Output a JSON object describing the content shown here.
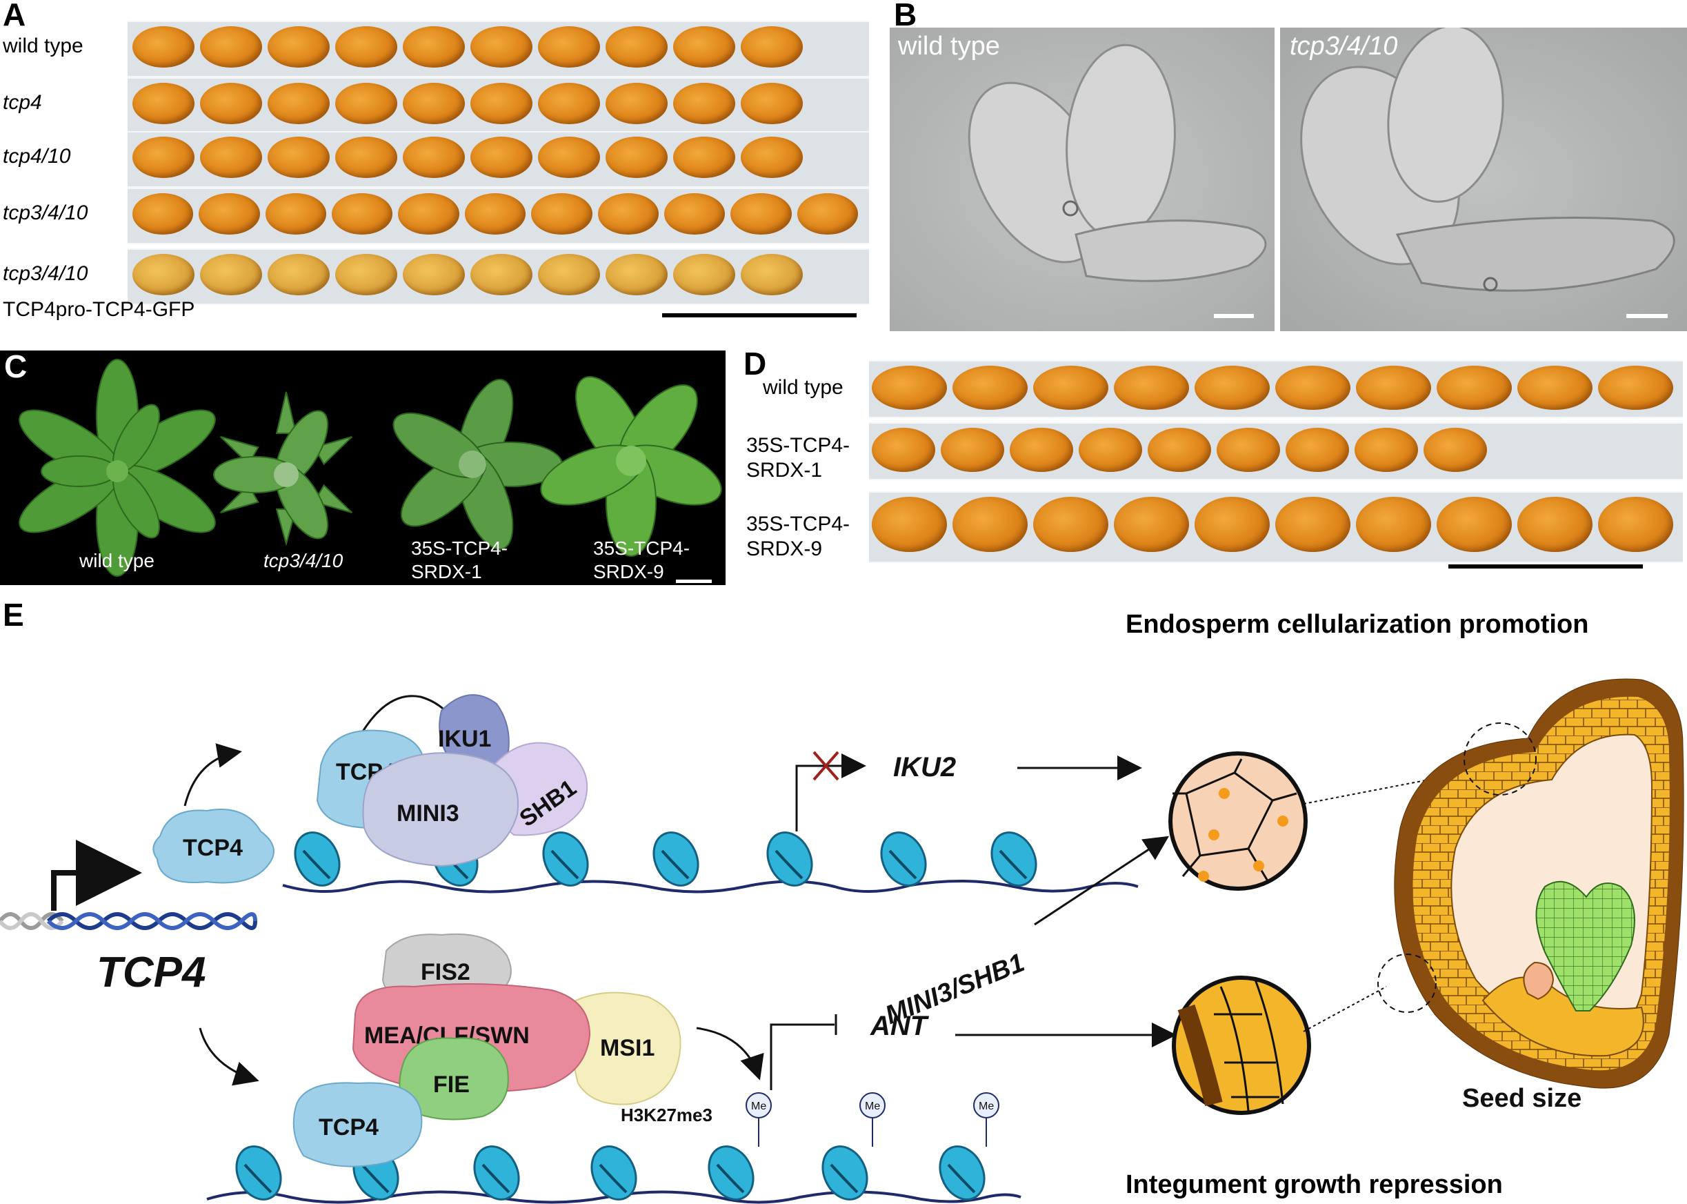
{
  "panels": {
    "A": {
      "letter": "A",
      "rows": [
        {
          "label": "wild type",
          "italic": false,
          "seed_count": 10
        },
        {
          "label": "tcp4",
          "italic": true,
          "seed_count": 10
        },
        {
          "label": "tcp4/10",
          "italic": true,
          "seed_count": 10
        },
        {
          "label": "tcp3/4/10",
          "italic": true,
          "seed_count": 11
        },
        {
          "label": "tcp3/4/10",
          "italic": true,
          "seed_count": 10
        }
      ],
      "extra_label": "TCP4pro-TCP4-GFP"
    },
    "B": {
      "letter": "B",
      "left_title": "wild type",
      "right_title": "tcp3/4/10"
    },
    "C": {
      "letter": "C",
      "plants": [
        {
          "label_line1": "wild type",
          "label_line2": "",
          "italic": false
        },
        {
          "label_line1": "tcp3/4/10",
          "label_line2": "",
          "italic": true
        },
        {
          "label_line1": "35S-TCP4-",
          "label_line2": "SRDX-1",
          "italic": false
        },
        {
          "label_line1": "35S-TCP4-",
          "label_line2": "SRDX-9",
          "italic": false
        }
      ]
    },
    "D": {
      "letter": "D",
      "rows": [
        {
          "label_line1": "wild type",
          "label_line2": "",
          "seed_count": 10
        },
        {
          "label_line1": "35S-TCP4-",
          "label_line2": "SRDX-1",
          "seed_count": 9
        },
        {
          "label_line1": "35S-TCP4-",
          "label_line2": "SRDX-9",
          "seed_count": 10
        }
      ]
    },
    "E": {
      "letter": "E",
      "gene": "TCP4",
      "top_complex": {
        "tcp4": "TCP4",
        "iku1": "IKU1",
        "mini3": "MINI3",
        "shb1": "SHB1",
        "free_tcp4": "TCP4"
      },
      "target_top": "IKU2",
      "bottom_complex": {
        "fis2": "FIS2",
        "prc2": "MEA/CLF/SWN",
        "msi1": "MSI1",
        "fie": "FIE",
        "tcp4": "TCP4"
      },
      "mark": "H3K27me3",
      "me_label": "Me",
      "mini3_shb1": "MINI3/SHB1",
      "ant": "ANT",
      "heading_top": "Endosperm cellularization promotion",
      "heading_bottom": "Integument growth repression",
      "seed_size": "Seed size"
    }
  },
  "colors": {
    "seed": "#dd8419",
    "tcp4_blob": "#9fd0ea",
    "iku1_blob": "#8b97cc",
    "mini3_blob": "#c7cbe4",
    "shb1_blob": "#dcd0ee",
    "fis2_blob": "#cfcfcf",
    "prc2_blob": "#e98a9c",
    "msi1_blob": "#f5efc0",
    "fie_blob": "#8fcf7f",
    "nucleosome": "#2fb3d8"
  }
}
